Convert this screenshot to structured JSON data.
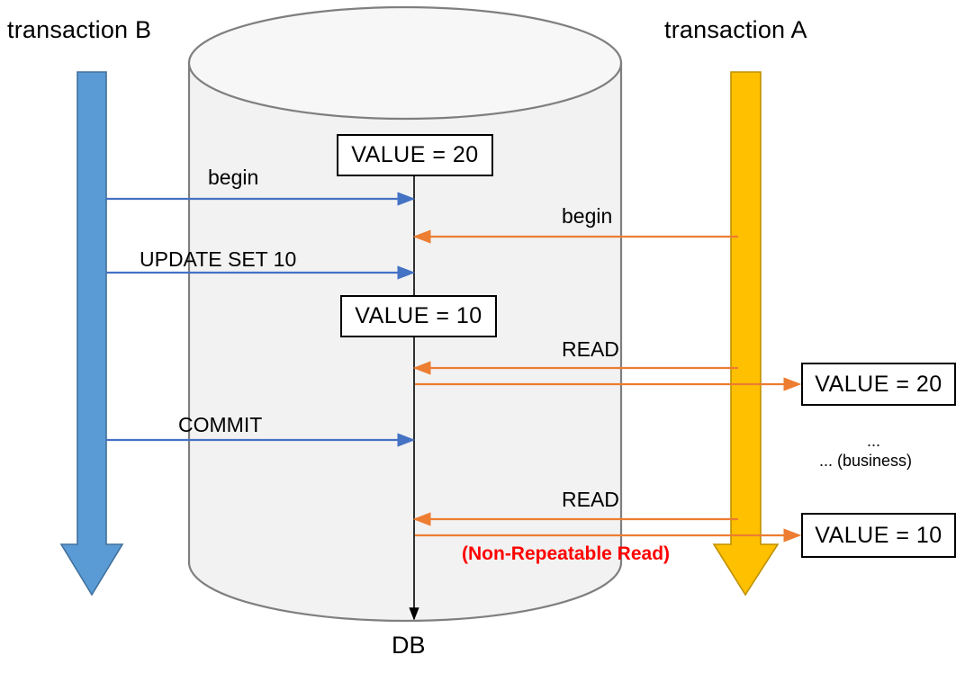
{
  "diagram": {
    "title_left": "transaction B",
    "title_right": "transaction A",
    "db_label": "DB",
    "colors": {
      "transaction_b_arrow": "#5B9BD5",
      "transaction_a_arrow": "#FFC000",
      "b_message_line": "#4472C4",
      "a_message_line": "#ED7D31",
      "cylinder_fill": "#F2F2F2",
      "cylinder_stroke": "#7F7F7F",
      "timeline": "#000000",
      "warning_text": "#FF0000"
    }
  },
  "lifelines": [
    {
      "name": "transaction-b",
      "label": "transaction B",
      "color": "#5B9BD5"
    },
    {
      "name": "transaction-a",
      "label": "transaction A",
      "color": "#FFC000"
    }
  ],
  "db_state_boxes": [
    {
      "name": "db-state-initial",
      "text": "VALUE = 20"
    },
    {
      "name": "db-state-updated",
      "text": "VALUE = 10"
    }
  ],
  "read_result_boxes": [
    {
      "name": "read-result-first",
      "text": "VALUE = 20"
    },
    {
      "name": "read-result-second",
      "text": "VALUE = 10"
    }
  ],
  "messages": [
    {
      "name": "b-begin",
      "label": "begin",
      "from": "transaction B",
      "to": "DB",
      "color": "#4472C4"
    },
    {
      "name": "a-begin",
      "label": "begin",
      "from": "transaction A",
      "to": "DB",
      "color": "#ED7D31"
    },
    {
      "name": "b-update",
      "label": "UPDATE SET 10",
      "from": "transaction B",
      "to": "DB",
      "color": "#4472C4"
    },
    {
      "name": "a-read-first",
      "label": "READ",
      "from": "transaction A",
      "to": "DB",
      "color": "#ED7D31"
    },
    {
      "name": "b-commit",
      "label": "COMMIT",
      "from": "transaction B",
      "to": "DB",
      "color": "#4472C4"
    },
    {
      "name": "a-read-second",
      "label": "READ",
      "from": "transaction A",
      "to": "DB",
      "color": "#ED7D31"
    }
  ],
  "annotations": {
    "business_line_1": "...",
    "business_line_2": "... (business)",
    "anomaly": "(Non-Repeatable Read)"
  }
}
